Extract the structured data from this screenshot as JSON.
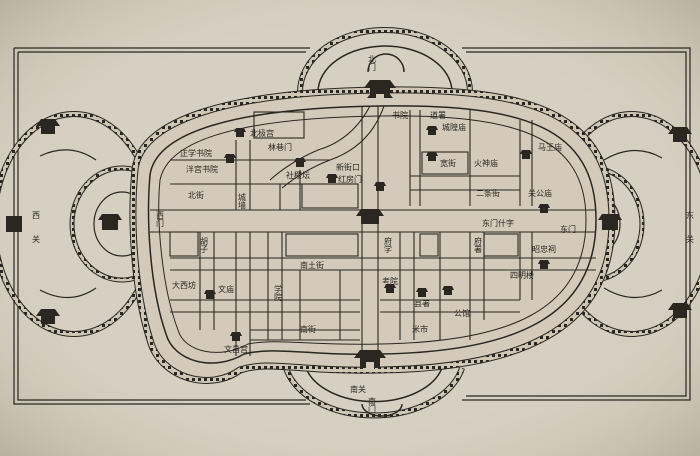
{
  "map": {
    "labels": {
      "north_gate": "北门",
      "south_gate": "南门",
      "west_gate_1": "西",
      "west_gate_2": "关",
      "east_gate_1": "东",
      "east_gate_2": "关",
      "west_inner": "西门",
      "east_inner": "东门",
      "temple_north": "北极宫",
      "academy_1": "正学书院",
      "academy_2": "泮宫书院",
      "temple_2": "社稷坛",
      "street_1": "林巷门",
      "street_2": "新街口",
      "street_3": "红房门",
      "street_4": "宽街",
      "street_5": "二条街",
      "street_6": "东门什字",
      "street_7": "四明楼",
      "street_8": "南土街",
      "temple_3": "马王庙",
      "temple_4": "城隍庙",
      "temple_5": "火神庙",
      "temple_6": "关公庙",
      "temple_7": "昭忠祠",
      "temple_8": "考院",
      "temple_9": "县署",
      "temple_10": "公馆",
      "temple_11": "文庙",
      "street_9": "北街",
      "street_10": "胡子",
      "street_11": "城墙",
      "street_12": "府学",
      "street_13": "府署",
      "street_14": "大西坊",
      "street_15": "学院",
      "street_16": "南街",
      "street_17": "文昌宫",
      "street_18": "米市",
      "street_19": "南关",
      "street_20": "书院",
      "street_21": "道署"
    }
  }
}
